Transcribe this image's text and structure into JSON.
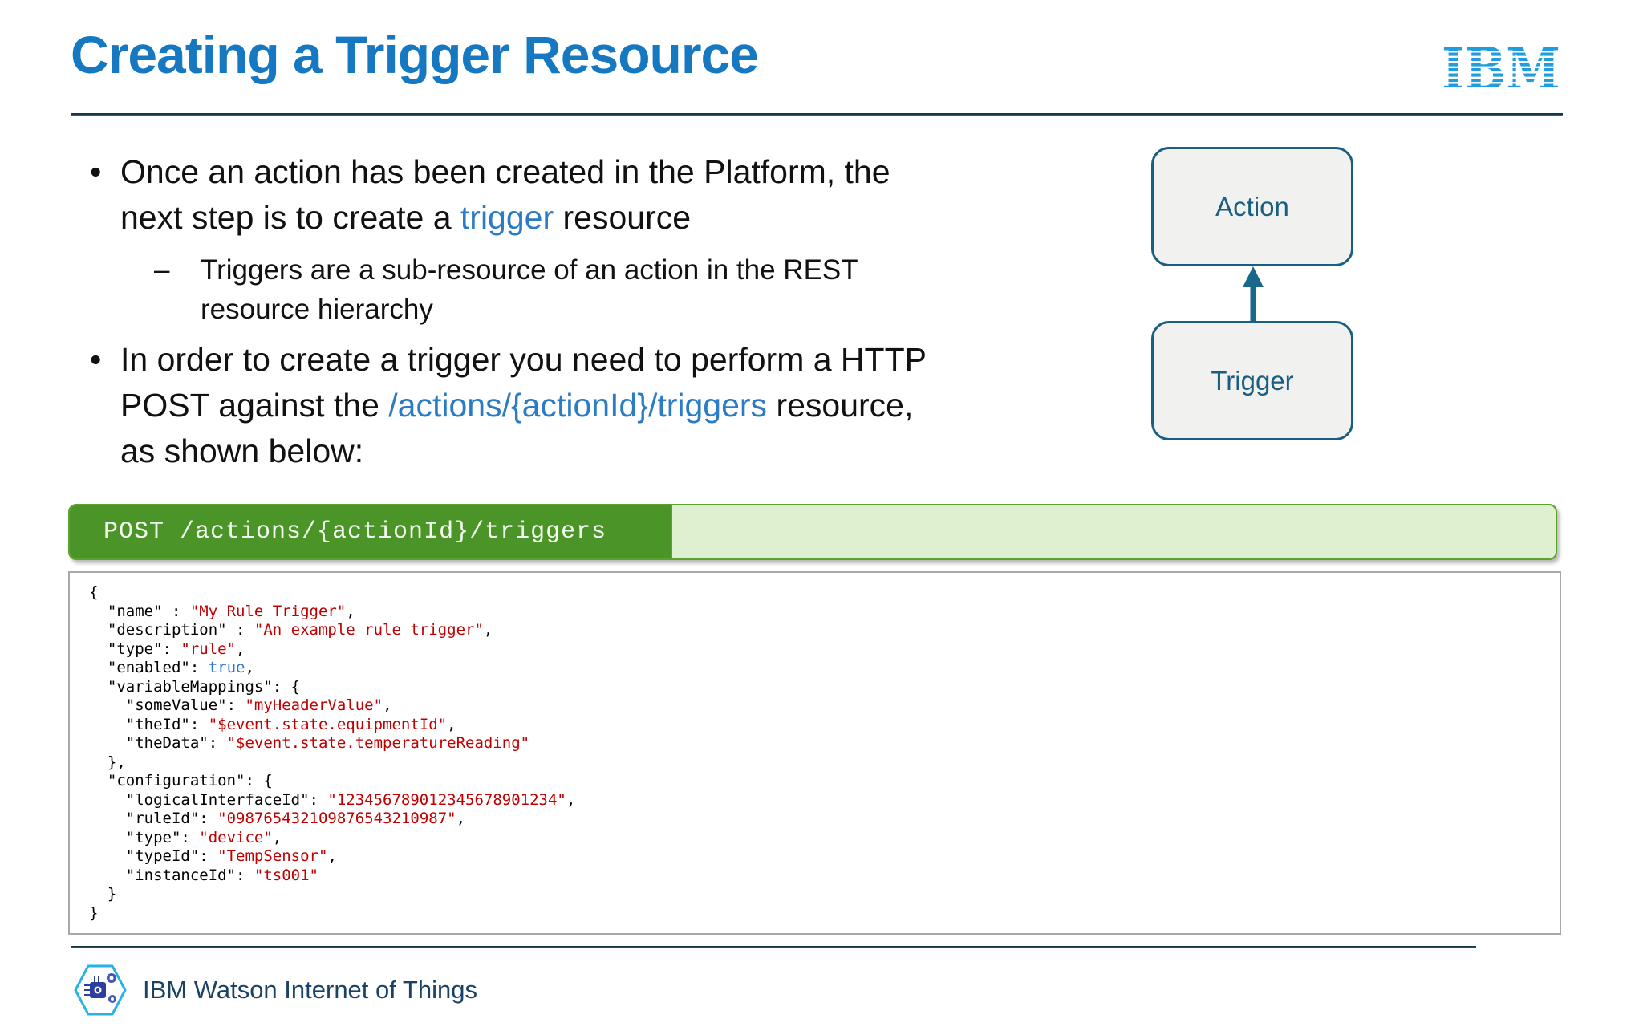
{
  "slide": {
    "title": "Creating a Trigger Resource",
    "logo_text": "IBM",
    "footer": {
      "brand": "IBM Watson Internet of Things"
    }
  },
  "bullets": {
    "b1": [
      {
        "c": "p",
        "t": "Once an action has been created in the Platform, the"
      },
      {
        "c": "br"
      },
      {
        "c": "p",
        "t": "next step is to create a "
      },
      {
        "c": "l",
        "t": "trigger"
      },
      {
        "c": "p",
        "t": " resource"
      }
    ],
    "sb1": [
      {
        "c": "p",
        "t": "Triggers are a sub-resource of an action in the REST"
      },
      {
        "c": "br"
      },
      {
        "c": "p",
        "t": "resource hierarchy"
      }
    ],
    "b2": [
      {
        "c": "p",
        "t": "In order to create a trigger you need to perform a HTTP"
      },
      {
        "c": "br"
      },
      {
        "c": "p",
        "t": "POST against the "
      },
      {
        "c": "l",
        "t": "/actions/{actionId}/triggers"
      },
      {
        "c": "p",
        "t": " resource,"
      },
      {
        "c": "br"
      },
      {
        "c": "p",
        "t": "as shown below:"
      }
    ],
    "bullet_glyph": "•",
    "dash_glyph": "–"
  },
  "diagram": {
    "action_label": "Action",
    "trigger_label": "Trigger"
  },
  "request_bar": {
    "method_path": "POST /actions/{actionId}/triggers"
  },
  "code": {
    "lines": [
      [
        {
          "c": "p",
          "t": "{"
        }
      ],
      [
        {
          "c": "p",
          "t": "  \"name\" : "
        },
        {
          "c": "s",
          "t": "\"My Rule Trigger\""
        },
        {
          "c": "p",
          "t": ","
        }
      ],
      [
        {
          "c": "p",
          "t": "  \"description\" : "
        },
        {
          "c": "s",
          "t": "\"An example rule trigger\""
        },
        {
          "c": "p",
          "t": ","
        }
      ],
      [
        {
          "c": "p",
          "t": "  \"type\": "
        },
        {
          "c": "s",
          "t": "\"rule\""
        },
        {
          "c": "p",
          "t": ","
        }
      ],
      [
        {
          "c": "p",
          "t": "  \"enabled\": "
        },
        {
          "c": "b",
          "t": "true"
        },
        {
          "c": "p",
          "t": ","
        }
      ],
      [
        {
          "c": "p",
          "t": "  \"variableMappings\": {"
        }
      ],
      [
        {
          "c": "p",
          "t": "    \"someValue\": "
        },
        {
          "c": "s",
          "t": "\"myHeaderValue\""
        },
        {
          "c": "p",
          "t": ","
        }
      ],
      [
        {
          "c": "p",
          "t": "    \"theId\": "
        },
        {
          "c": "s",
          "t": "\"$event.state.equipmentId\""
        },
        {
          "c": "p",
          "t": ","
        }
      ],
      [
        {
          "c": "p",
          "t": "    \"theData\": "
        },
        {
          "c": "s",
          "t": "\"$event.state.temperatureReading\""
        }
      ],
      [
        {
          "c": "p",
          "t": "  },"
        }
      ],
      [
        {
          "c": "p",
          "t": "  \"configuration\": {"
        }
      ],
      [
        {
          "c": "p",
          "t": "    \"logicalInterfaceId\": "
        },
        {
          "c": "s",
          "t": "\"123456789012345678901234\""
        },
        {
          "c": "p",
          "t": ","
        }
      ],
      [
        {
          "c": "p",
          "t": "    \"ruleId\": "
        },
        {
          "c": "s",
          "t": "\"098765432109876543210987\""
        },
        {
          "c": "p",
          "t": ","
        }
      ],
      [
        {
          "c": "p",
          "t": "    \"type\": "
        },
        {
          "c": "s",
          "t": "\"device\""
        },
        {
          "c": "p",
          "t": ","
        }
      ],
      [
        {
          "c": "p",
          "t": "    \"typeId\": "
        },
        {
          "c": "s",
          "t": "\"TempSensor\""
        },
        {
          "c": "p",
          "t": ","
        }
      ],
      [
        {
          "c": "p",
          "t": "    \"instanceId\": "
        },
        {
          "c": "s",
          "t": "\"ts001\""
        }
      ],
      [
        {
          "c": "p",
          "t": "  }"
        }
      ],
      [
        {
          "c": "p",
          "t": "}"
        }
      ]
    ]
  },
  "colors": {
    "title_blue": "#1778c2",
    "link_blue": "#2b7cc4",
    "diagram_teal": "#1a5f82",
    "green_dark": "#4b9528",
    "green_light": "#def0d0",
    "green_border": "#5ba22e",
    "code_string_red": "#c00000",
    "code_bool_blue": "#2e74cc",
    "footer_navy": "#1a4265",
    "ibm_logo_blue": "#1f9ddc",
    "hex_cyan": "#25b2e5"
  }
}
